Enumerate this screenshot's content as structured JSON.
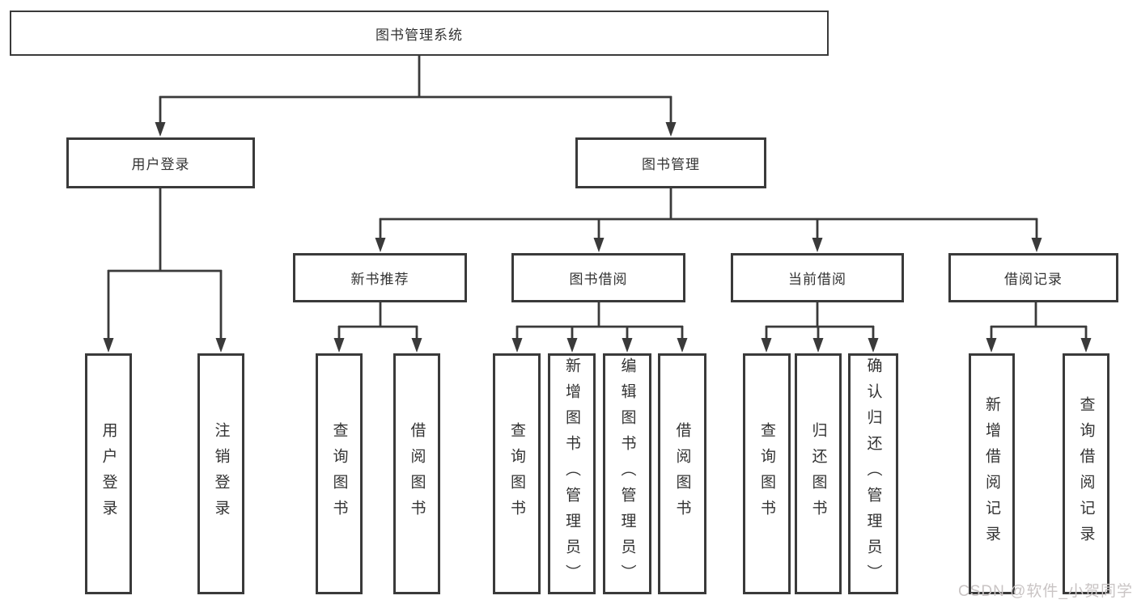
{
  "diagram": {
    "root": {
      "label": "图书管理系统"
    },
    "branches": [
      {
        "label": "用户登录",
        "children": [
          {
            "label": "用户登录"
          },
          {
            "label": "注销登录"
          }
        ]
      },
      {
        "label": "图书管理",
        "children": [
          {
            "label": "新书推荐",
            "children": [
              {
                "label": "查询图书"
              },
              {
                "label": "借阅图书"
              }
            ]
          },
          {
            "label": "图书借阅",
            "children": [
              {
                "label": "查询图书"
              },
              {
                "label": "新增图书（管理员）"
              },
              {
                "label": "编辑图书（管理员）"
              },
              {
                "label": "借阅图书"
              }
            ]
          },
          {
            "label": "当前借阅",
            "children": [
              {
                "label": "查询图书"
              },
              {
                "label": "归还图书"
              },
              {
                "label": "确认归还（管理员）"
              }
            ]
          },
          {
            "label": "借阅记录",
            "children": [
              {
                "label": "新增借阅记录"
              },
              {
                "label": "查询借阅记录"
              }
            ]
          }
        ]
      }
    ]
  },
  "watermark": {
    "text": "CSDN @软件_小贺同学"
  },
  "colors": {
    "line": "#3a3a3a",
    "box_border": "#3a3a3a",
    "text": "#333333",
    "watermark": "#c9c4c4",
    "background": "#ffffff"
  }
}
